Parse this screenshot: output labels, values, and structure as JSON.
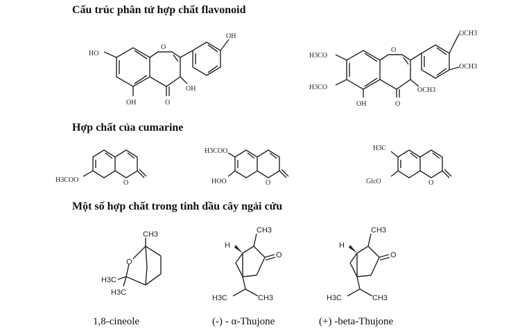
{
  "sections": {
    "flavonoid_title": "Cấu trúc phân tử hợp chất flavonoid",
    "coumarin_title": "Hợp chất của cumarine",
    "essential_oil_title": "Một số hợp chất trong tinh dầu cây ngải cứu"
  },
  "flavonoid_1": {
    "oh_top": "OH",
    "ho_left": "HO",
    "o_ring": "O",
    "oh_right": "OH",
    "oh_bottom": "OH",
    "o_carbonyl": "O"
  },
  "flavonoid_2": {
    "och3_top": "OCH3",
    "och3_right": "OCH3",
    "h3co_1": "H3CO",
    "o_ring": "O",
    "h3co_2": "H3CO",
    "och3_c3": "OCH3",
    "oh_bottom": "OH",
    "o_carbonyl": "O"
  },
  "coumarin_1": {
    "substituent": "H3COO",
    "o_ring": "O"
  },
  "coumarin_2": {
    "substituent_top": "H3COO",
    "substituent_bottom": "HOO",
    "o_ring": "O"
  },
  "coumarin_3": {
    "substituent_top": "H3C",
    "substituent_bottom": "GlcO",
    "o_ring": "O"
  },
  "cineole": {
    "ch3_top": "CH3",
    "o_bridge": "O",
    "h3c_1": "H3C",
    "h3c_2": "H3C"
  },
  "thujone_alpha": {
    "ch3": "CH3",
    "h": "H",
    "o": "O",
    "h3c": "H3C",
    "ch3_b": "CH3"
  },
  "thujone_beta": {
    "ch3": "CH3",
    "h": "H",
    "o": "O",
    "h3c": "H3C",
    "ch3_b": "CH3"
  },
  "captions": {
    "cineole": "1,8-cineole",
    "alpha_thujone": "(-) - α-Thujone",
    "beta_thujone": "(+) -beta-Thujone"
  }
}
